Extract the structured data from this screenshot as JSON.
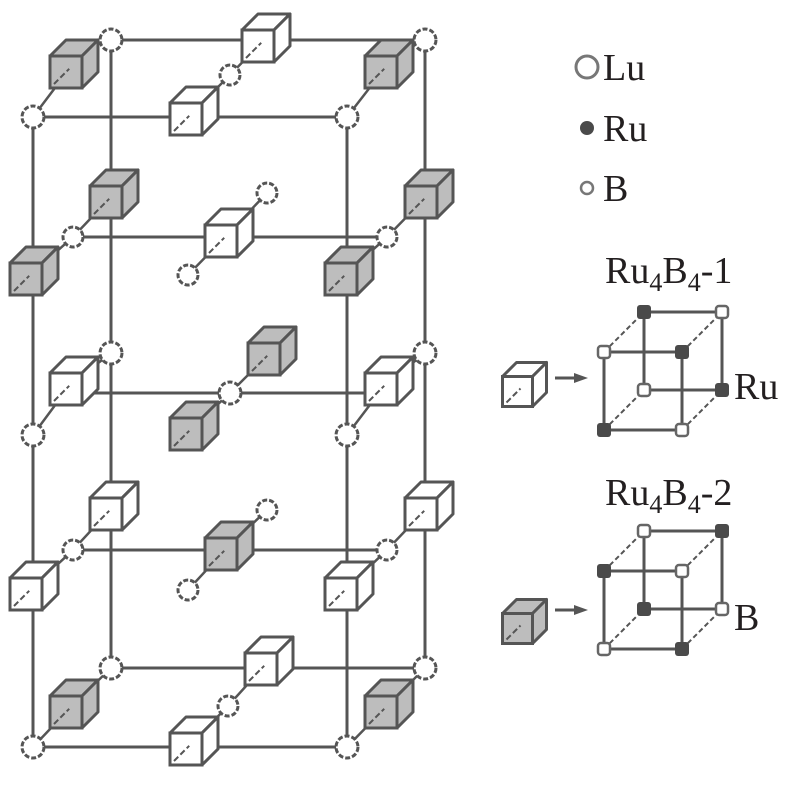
{
  "colors": {
    "line": "#555555",
    "ru_cube_fill": "#bdbdbd",
    "lu_cube_fill": "#ffffff",
    "ru_atom": "#4a4a4a",
    "text": "#231f20"
  },
  "legend": {
    "items": [
      {
        "symbol": "open-circle-large",
        "label": "Lu"
      },
      {
        "symbol": "filled-dot",
        "label": "Ru"
      },
      {
        "symbol": "open-circle-small",
        "label": "B"
      }
    ]
  },
  "clusters": [
    {
      "title_base": "Ru",
      "title_sub1": "4",
      "title_mid": "B",
      "title_sub2": "4",
      "title_suffix": "-1",
      "icon": "white-cube",
      "side_label": "Ru",
      "corners": {
        "back_top_left": "Ru",
        "back_top_right": "B",
        "front_top_left": "B",
        "front_top_right": "Ru",
        "back_bottom_left": "B",
        "back_bottom_right": "Ru",
        "front_bottom_left": "Ru",
        "front_bottom_right": "B"
      }
    },
    {
      "title_base": "Ru",
      "title_sub1": "4",
      "title_mid": "B",
      "title_sub2": "4",
      "title_suffix": "-2",
      "icon": "gray-cube",
      "side_label": "B",
      "corners": {
        "back_top_left": "B",
        "back_top_right": "Ru",
        "front_top_left": "Ru",
        "front_top_right": "B",
        "back_bottom_left": "Ru",
        "back_bottom_right": "B",
        "front_bottom_left": "B",
        "front_bottom_right": "Ru"
      }
    }
  ],
  "lattice": {
    "description": "LuRu4B4 tetragonal unit cell with Ru4B4 cubane clusters",
    "cube_types": {
      "white": "Ru4B4-1",
      "gray": "Ru4B4-2"
    }
  }
}
